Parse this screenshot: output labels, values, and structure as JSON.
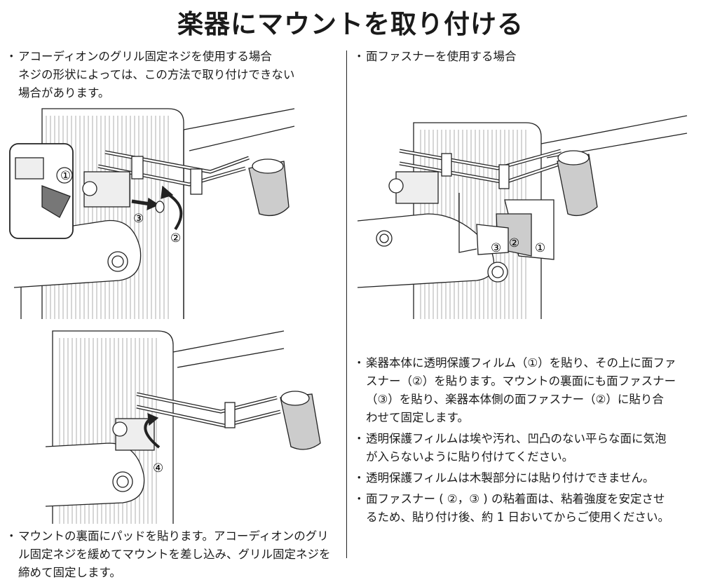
{
  "title": "楽器にマウントを取り付ける",
  "bullet": "・",
  "left_top_note": {
    "lines": [
      "アコーディオンのグリル固定ネジを使用する場合",
      "ネジの形状によっては、この方法で取り付けできない",
      "場合があります。"
    ]
  },
  "right_top_note": {
    "lines": [
      "面ファスナーを使用する場合"
    ]
  },
  "left_bottom_note": {
    "lines": [
      "マウントの裏面にパッドを貼ります。アコーディオンのグリ",
      "ル固定ネジを緩めてマウントを差し込み、グリル固定ネジを",
      "締めて固定します。"
    ]
  },
  "right_bottom_notes": [
    {
      "lines": [
        "楽器本体に透明保護フィルム（①）を貼り、その上に面ファ",
        "スナー（②）を貼ります。マウントの裏面にも面ファスナー",
        "（③）を貼り、楽器本体側の面ファスナー（②）に貼り合",
        "わせて固定します。"
      ]
    },
    {
      "lines": [
        "透明保護フィルムは埃や汚れ、凹凸のない平らな面に気泡",
        "が入らないように貼り付けてください。"
      ]
    },
    {
      "lines": [
        "透明保護フィルムは木製部分には貼り付けできません。"
      ]
    },
    {
      "lines": [
        "面ファスナー ( ②，③ ) の粘着面は、粘着強度を安定させ",
        "るため、貼り付け後、約 1 日おいてからご使用ください。"
      ]
    }
  ],
  "figure1": {
    "callouts": [
      "①",
      "②",
      "③"
    ]
  },
  "figure2": {
    "callouts": [
      "③",
      "②",
      "①"
    ]
  },
  "figure3": {
    "callouts": [
      "④"
    ]
  }
}
